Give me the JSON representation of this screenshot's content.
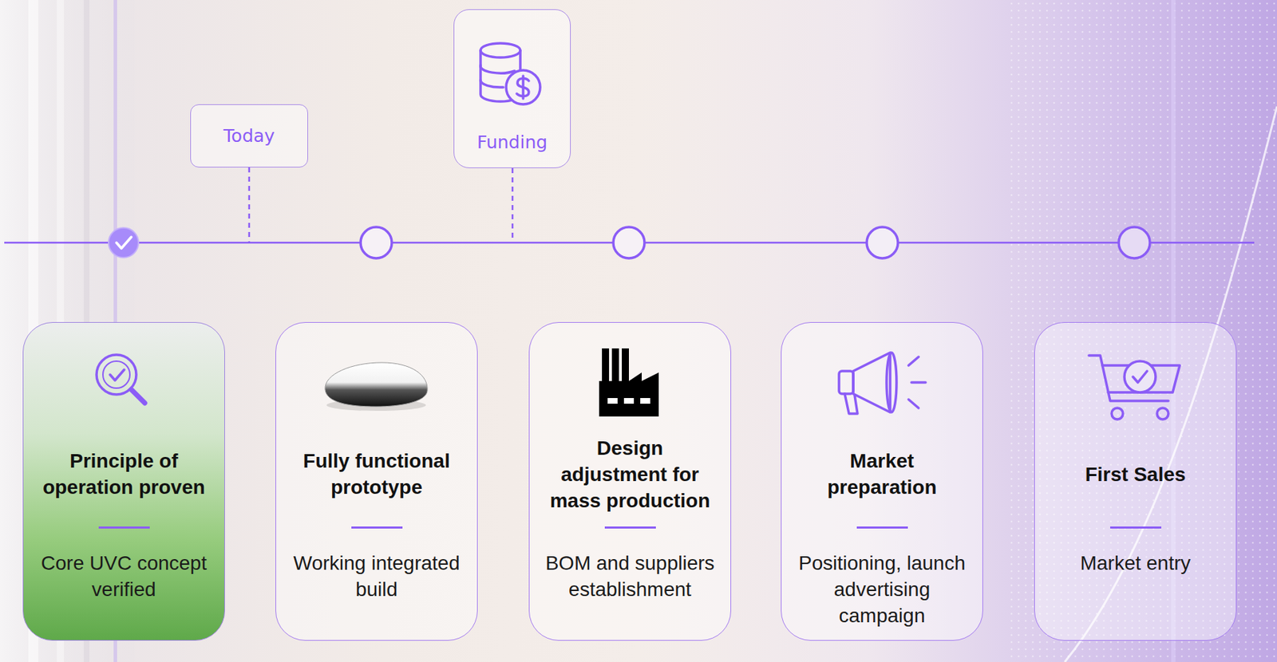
{
  "diagram": {
    "nodes": [
      {
        "text": [
          "Today"
        ]
      },
      {
        "text": [
          "Funding"
        ]
      },
      {
        "text": [
          "Principle of operation proven",
          "Core UVC concept verified"
        ]
      },
      {
        "text": [
          "Fully functional prototype",
          "Working integrated build"
        ]
      },
      {
        "text": [
          "Design adjustment for mass production",
          "BOM and suppliers establishment"
        ]
      },
      {
        "text": [
          "Market preparation",
          "Positioning, launch advertising campaign"
        ]
      },
      {
        "text": [
          "First Sales",
          "Market entry"
        ]
      }
    ]
  }
}
